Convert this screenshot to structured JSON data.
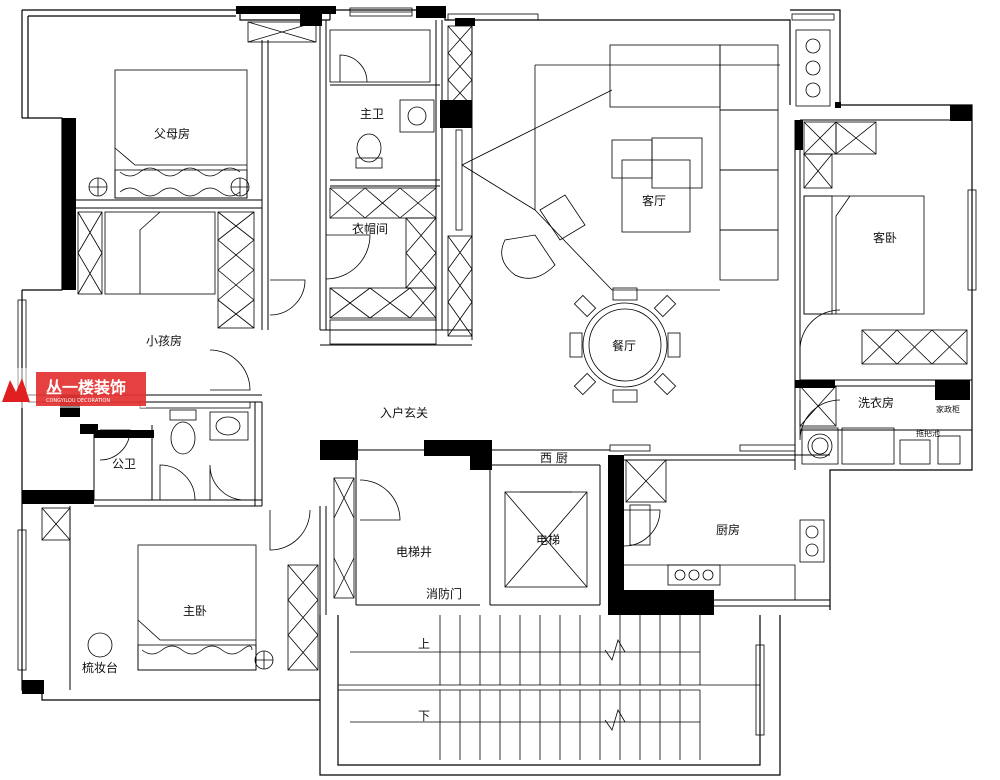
{
  "rooms": {
    "parents": "父母房",
    "master_bath": "主卫",
    "living": "客厅",
    "cloakroom": "衣帽间",
    "guest": "客卧",
    "child": "小孩房",
    "dining": "餐厅",
    "entrance": "入户玄关",
    "laundry": "洗衣房",
    "appliance": "家政柜",
    "mop_pool": "拖把池",
    "public_bath": "公卫",
    "west_kitchen": "西 厨",
    "elevator_shaft": "电梯井",
    "elevator": "电梯",
    "kitchen": "厨房",
    "fire_door": "消防门",
    "master": "主卧",
    "dresser": "梳妆台",
    "stair_up": "上",
    "stair_down": "下"
  },
  "watermark": {
    "name": "丛一楼装饰",
    "sub": "CONGYILOU DECORATION",
    "color": "#e02020"
  }
}
